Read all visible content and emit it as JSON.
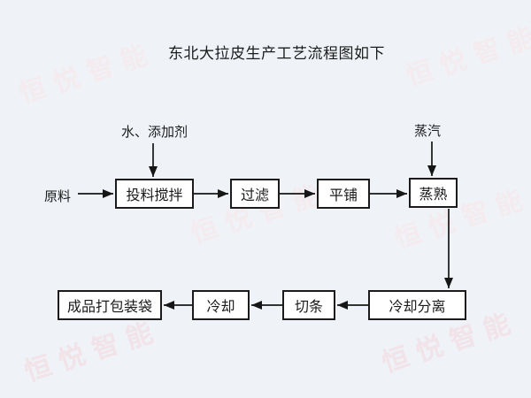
{
  "title": "东北大拉皮生产工艺流程图如下",
  "watermark": {
    "text": "恒悦智能"
  },
  "inputs": {
    "raw_material": {
      "label": "原料"
    },
    "water_additive": {
      "label": "水、添加剂"
    },
    "steam": {
      "label": "蒸汽"
    }
  },
  "nodes": {
    "mix": {
      "label": "投料搅拌"
    },
    "filter": {
      "label": "过滤"
    },
    "spread": {
      "label": "平铺"
    },
    "steam_cook": {
      "label": "蒸熟"
    },
    "cool_separate": {
      "label": "冷却分离"
    },
    "cut_strips": {
      "label": "切条"
    },
    "cool": {
      "label": "冷却"
    },
    "pack": {
      "label": "成品打包装袋"
    }
  },
  "edges": [
    {
      "from": "原料",
      "to": "投料搅拌"
    },
    {
      "from": "水、添加剂",
      "to": "投料搅拌"
    },
    {
      "from": "投料搅拌",
      "to": "过滤"
    },
    {
      "from": "过滤",
      "to": "平铺"
    },
    {
      "from": "平铺",
      "to": "蒸熟"
    },
    {
      "from": "蒸汽",
      "to": "蒸熟"
    },
    {
      "from": "蒸熟",
      "to": "冷却分离"
    },
    {
      "from": "冷却分离",
      "to": "切条"
    },
    {
      "from": "切条",
      "to": "冷却"
    },
    {
      "from": "冷却",
      "to": "成品打包装袋"
    }
  ],
  "colors": {
    "background": "#eff3f8",
    "node_fill": "#ffffff",
    "line": "#161616",
    "watermark": "#f3eaed"
  }
}
